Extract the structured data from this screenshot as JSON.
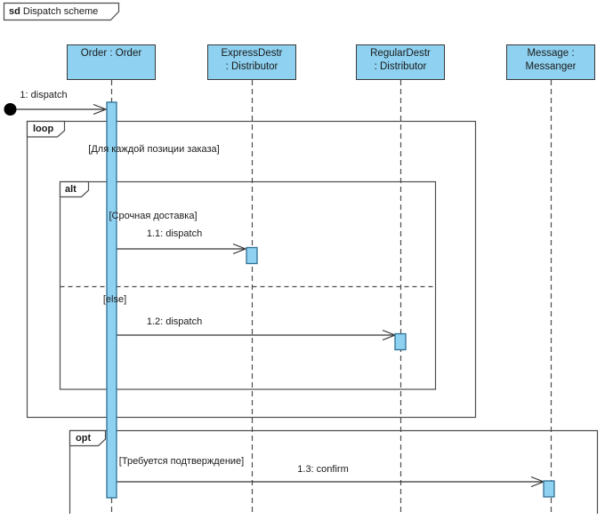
{
  "frame": {
    "keyword": "sd",
    "title": "Dispatch scheme"
  },
  "participants": [
    {
      "line1": "Order : Order",
      "line2": ""
    },
    {
      "line1": "ExpressDestr",
      "line2": ": Distributor"
    },
    {
      "line1": "RegularDestr",
      "line2": ": Distributor"
    },
    {
      "line1": "Message :",
      "line2": "Messanger"
    }
  ],
  "fragments": [
    {
      "operator": "loop",
      "guard": "[Для каждой позиции заказа]"
    },
    {
      "operator": "alt",
      "guard": "[Срочная доставка]",
      "else_guard": "[else]"
    },
    {
      "operator": "opt",
      "guard": "[Требуется подтверждение]"
    }
  ],
  "messages": [
    {
      "label": "1: dispatch"
    },
    {
      "label": "1.1: dispatch"
    },
    {
      "label": "1.2: dispatch"
    },
    {
      "label": "1.3: confirm"
    }
  ],
  "colors": {
    "activation_fill": "#8ED1F0",
    "activation_border": "#2F6F93",
    "head_fill": "#8ED1F0",
    "head_border": "#3A3A3A",
    "frame_border": "#4D4D4D",
    "text": "#1A1A1A"
  }
}
